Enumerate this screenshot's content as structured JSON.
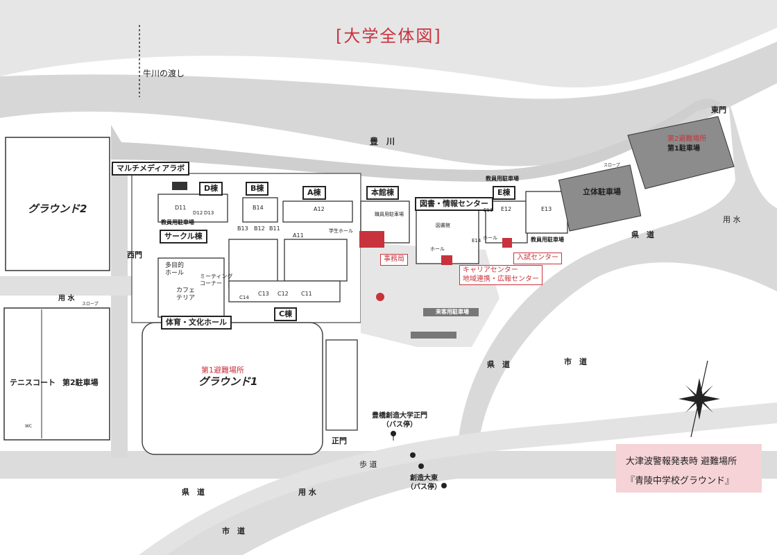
{
  "map": {
    "title": "[大学全体図]",
    "water": {
      "river": "豊　川",
      "ferry": "牛川の渡し",
      "canal": "用 水"
    },
    "roads": {
      "prefectural": "県　道",
      "municipal": "市　道",
      "sidewalk": "歩 道"
    },
    "gates": {
      "east": "東門",
      "west": "西門",
      "main": "正門"
    },
    "grounds": {
      "ground2": "グラウンド2",
      "ground1": "グラウンド1",
      "tennis": "テニスコート"
    },
    "evacuation": {
      "first": "第1避難場所",
      "second": "第2避難場所"
    },
    "parking": {
      "lot1": "第1駐車場",
      "lot2": "第2駐車場",
      "garage": "立体駐車場",
      "staff": "教員用駐車場",
      "visitor": "来客用駐車場",
      "student": "職員用駐車場"
    },
    "buildings": {
      "multimedia": "マルチメディアラボ",
      "d": "D棟",
      "b": "B棟",
      "a": "A棟",
      "main": "本館棟",
      "library": "図書・情報センター",
      "e": "E棟",
      "c": "C棟",
      "circle": "サークル棟",
      "sports_hall": "体育・文化ホール"
    },
    "rooms": {
      "d11": "D11",
      "d12": "D12",
      "d13": "D13",
      "b14": "B14",
      "b13": "B13",
      "b12": "B12",
      "b11": "B11",
      "a12": "A12",
      "a11": "A11",
      "c14": "C14",
      "c13": "C13",
      "c12": "C12",
      "c11": "C11",
      "e11": "E11",
      "e12": "E12",
      "e13": "E13",
      "e14": "E14",
      "student_hall": "学生ホール",
      "hall": "ホール",
      "library_room": "図書館",
      "multi_hall": "多目的\nホール",
      "meeting": "ミーティング\nコーナー",
      "cafeteria": "カフェ\nテリア",
      "slope": "スロープ",
      "wc": "WC"
    },
    "offices": {
      "admin": "事務局",
      "admissions": "入試センター",
      "career": "キャリアセンター\n地域連携・広報センター"
    },
    "bus_stops": {
      "main_gate": "豊橋創造大学正門\n（バス停）",
      "east": "創造大東\n（バス停）"
    },
    "notice": {
      "line1": "大津波警報発表時 避難場所",
      "line2": "『青陵中学校グラウンド』"
    },
    "colors": {
      "road": "#d9d9d9",
      "building_outline": "#333333",
      "highlight": "#c8323c",
      "notice_bg": "#f5d3d7"
    }
  }
}
